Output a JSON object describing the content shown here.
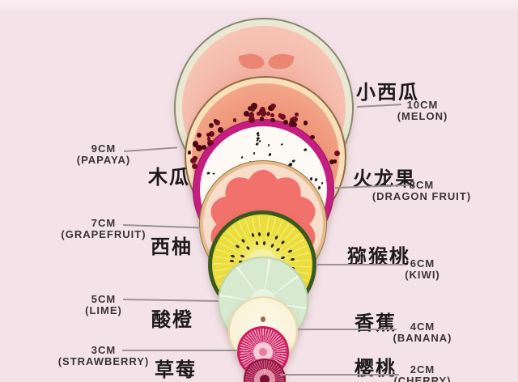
{
  "diagram": {
    "background": "#f3e3e8",
    "description": "fruit cross-section size comparison",
    "unit": "CM"
  },
  "fruits": [
    {
      "name_zh": "小西瓜",
      "size_label": "10CM",
      "name_en": "(MELON)",
      "diameter_cm": 10,
      "side": "right",
      "main_color": "#f5bfb0"
    },
    {
      "name_zh": "木瓜",
      "size_label": "9CM",
      "name_en": "(PAPAYA)",
      "diameter_cm": 9,
      "side": "left",
      "main_color": "#ee9075"
    },
    {
      "name_zh": "火龙果",
      "size_label": "8CM",
      "name_en": "(DRAGON FRUIT)",
      "diameter_cm": 8,
      "side": "right",
      "main_color": "#c41e80"
    },
    {
      "name_zh": "西柚",
      "size_label": "7CM",
      "name_en": "(GRAPEFRUIT)",
      "diameter_cm": 7,
      "side": "left",
      "main_color": "#f1716b"
    },
    {
      "name_zh": "猕猴桃",
      "size_label": "6CM",
      "name_en": "(KIWI)",
      "diameter_cm": 6,
      "side": "right",
      "main_color": "#ecdf3c"
    },
    {
      "name_zh": "酸橙",
      "size_label": "5CM",
      "name_en": "(LIME)",
      "diameter_cm": 5,
      "side": "left",
      "main_color": "#d7e9cf"
    },
    {
      "name_zh": "香蕉",
      "size_label": "4CM",
      "name_en": "(BANANA)",
      "diameter_cm": 4,
      "side": "right",
      "main_color": "#faf2d8"
    },
    {
      "name_zh": "草莓",
      "size_label": "3CM",
      "name_en": "(STRAWBERRY)",
      "diameter_cm": 3,
      "side": "left",
      "main_color": "#d02063"
    },
    {
      "name_zh": "樱桃",
      "size_label": "2CM",
      "name_en": "(CHERRY)",
      "diameter_cm": 2,
      "side": "right",
      "main_color": "#a01c4b"
    }
  ]
}
